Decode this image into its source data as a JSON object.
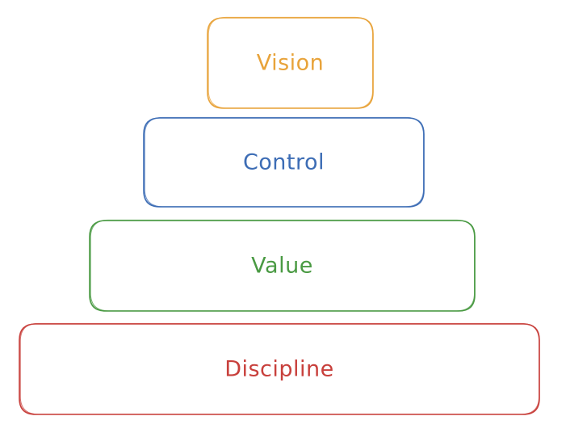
{
  "layers": [
    {
      "id": "vision",
      "label": "Vision",
      "color": "#e8a33a"
    },
    {
      "id": "control",
      "label": "Control",
      "color": "#3d6db5"
    },
    {
      "id": "value",
      "label": "Value",
      "color": "#4a9a43"
    },
    {
      "id": "discipline",
      "label": "Discipline",
      "color": "#c8403c"
    }
  ]
}
